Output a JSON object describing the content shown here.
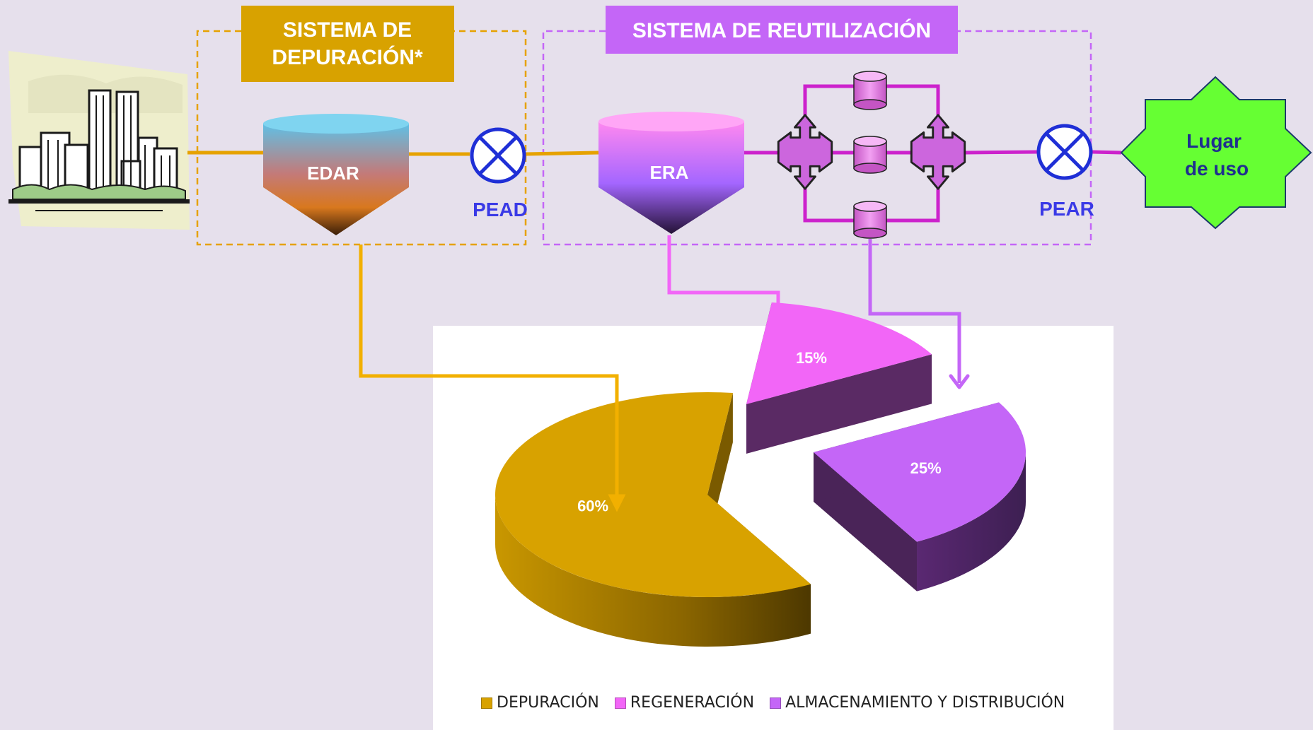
{
  "headers": {
    "depuracion": [
      "SISTEMA DE",
      "DEPURACIÓN*"
    ],
    "reutilizacion": "SISTEMA DE REUTILIZACIÓN"
  },
  "nodes": {
    "edar": "EDAR",
    "era": "ERA",
    "pead": "PEAD",
    "pear": "PEAR",
    "lugar_de_uso": [
      "Lugar",
      "de uso"
    ]
  },
  "colors": {
    "background": "#e6e0ec",
    "depuracion": "#d8a200",
    "regeneracion": "#f266f7",
    "almacenamiento": "#c466f7",
    "header_depuracion_bg": "#d8a200",
    "header_reutilizacion_bg": "#c466f7",
    "pipe_orange": "#e6a200",
    "pipe_magenta": "#cc22cc",
    "valve_blue": "#1f2fd6",
    "lugar_green": "#66ff33"
  },
  "chart_data": {
    "type": "pie",
    "categories": [
      "DEPURACIÓN",
      "REGENERACIÓN",
      "ALMACENAMIENTO Y DISTRIBUCIÓN"
    ],
    "values": [
      60,
      15,
      25
    ],
    "labels": [
      "60%",
      "15%",
      "25%"
    ],
    "legend_position": "bottom",
    "colors": [
      "#d8a200",
      "#f266f7",
      "#c466f7"
    ]
  }
}
